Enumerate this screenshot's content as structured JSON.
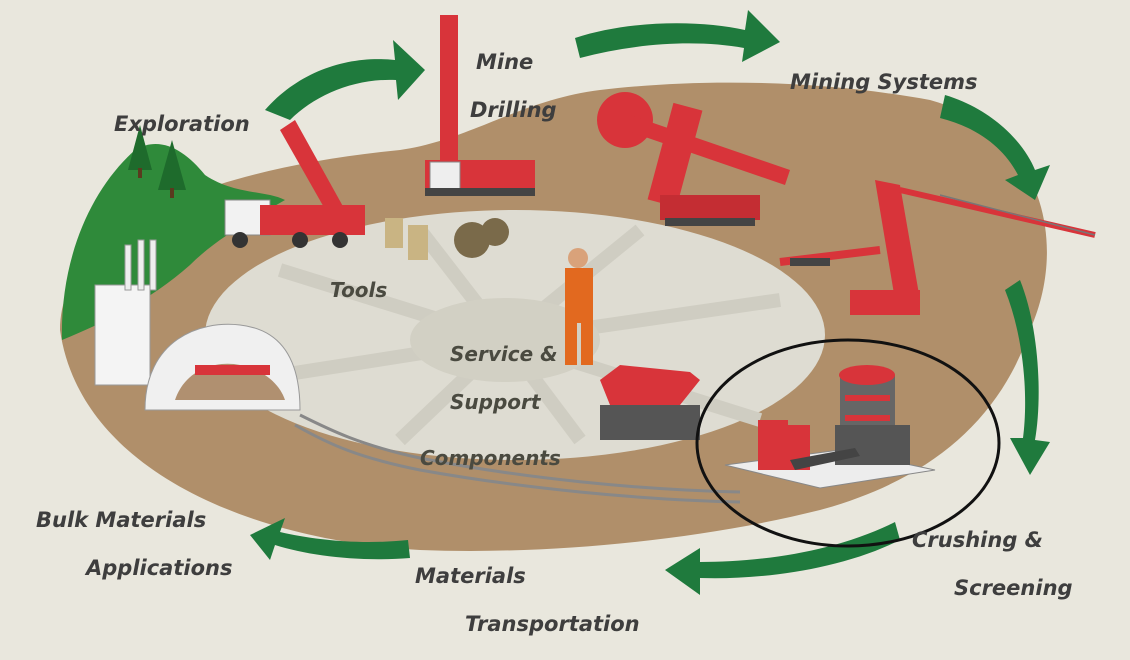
{
  "stages": [
    {
      "id": "exploration",
      "lines": [
        "Exploration"
      ]
    },
    {
      "id": "mine-drilling",
      "lines": [
        "Mine",
        "Drilling"
      ]
    },
    {
      "id": "mining-systems",
      "lines": [
        "Mining Systems"
      ]
    },
    {
      "id": "crushing-screening",
      "lines": [
        "Crushing &",
        "Screening"
      ]
    },
    {
      "id": "materials-transportation",
      "lines": [
        "Materials",
        "Transportation"
      ]
    },
    {
      "id": "bulk-materials",
      "lines": [
        "Bulk Materials",
        "Applications"
      ]
    }
  ],
  "center": [
    {
      "id": "tools",
      "lines": [
        "Tools"
      ]
    },
    {
      "id": "service-support",
      "lines": [
        "Service &",
        "Support"
      ]
    },
    {
      "id": "components",
      "lines": [
        "Components"
      ]
    }
  ],
  "colors": {
    "background": "#e9e7dd",
    "arrow": "#1f7a3d",
    "ground": "#b08f6a",
    "inner_field": "#dcdad0",
    "machinery": "#d8343a",
    "highlight_ring": "#111111"
  },
  "highlight": "crushing-screening"
}
